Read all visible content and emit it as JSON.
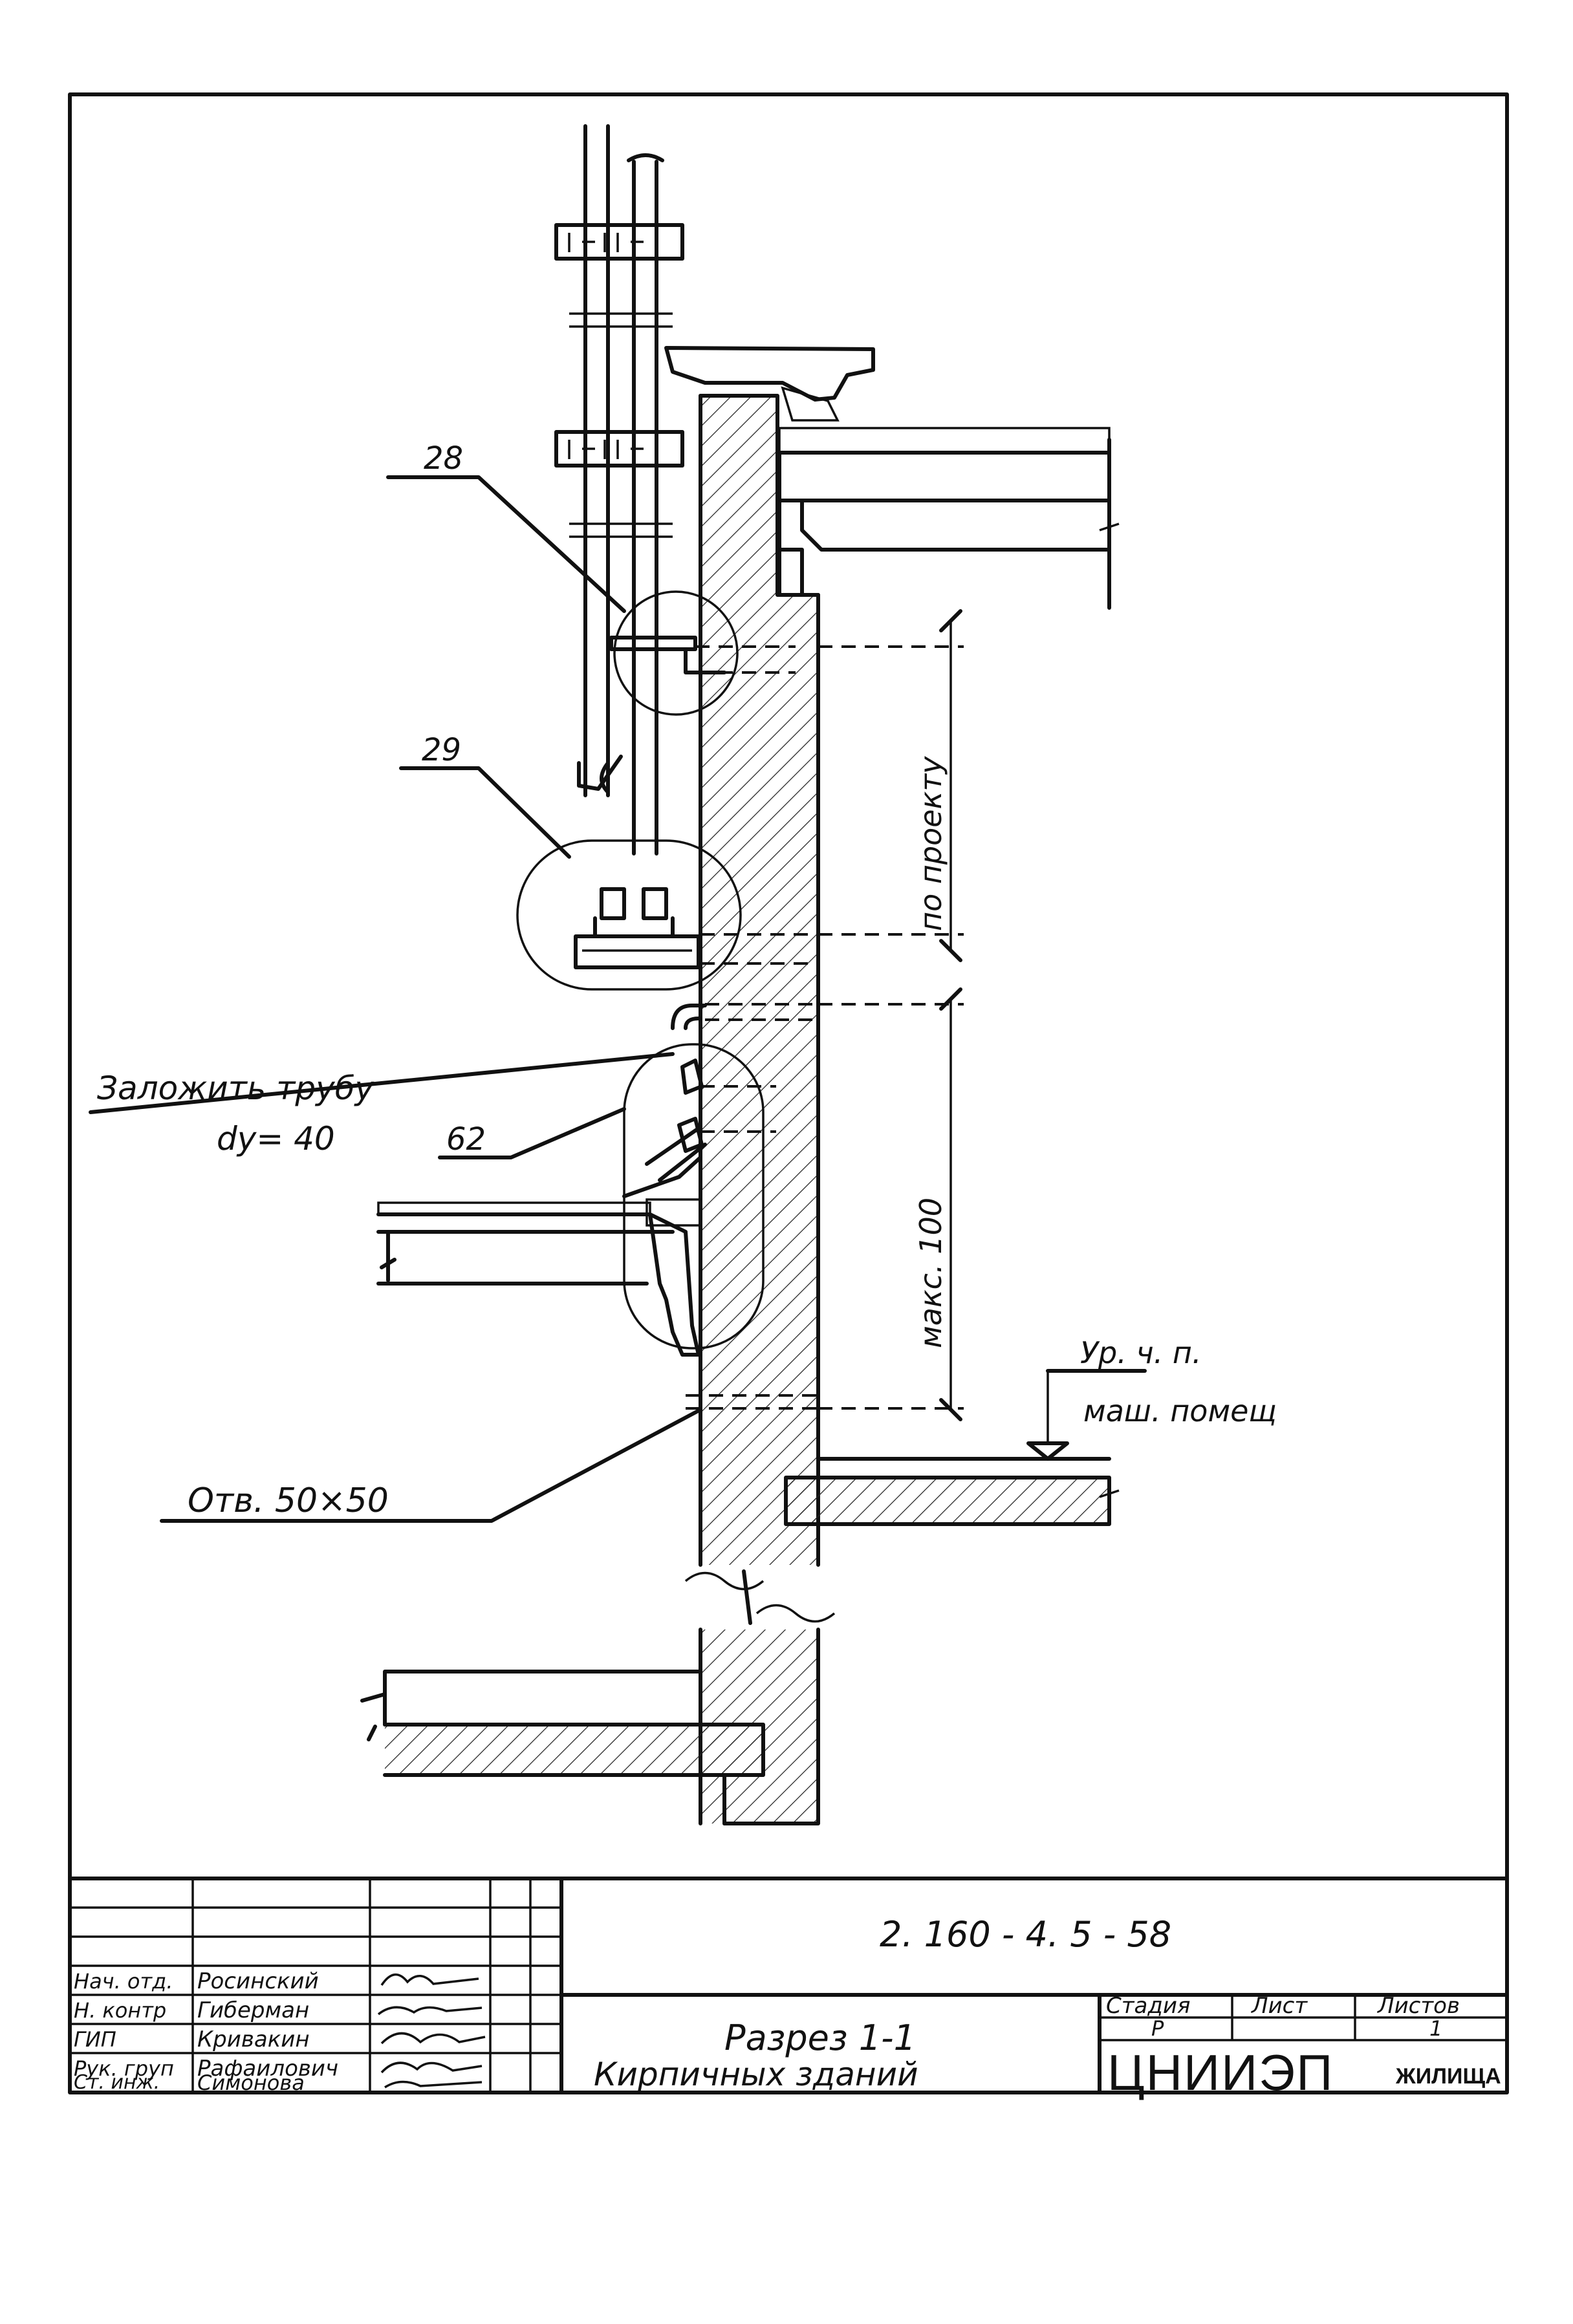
{
  "drawing": {
    "labels": {
      "callout_28": "28",
      "callout_29": "29",
      "callout_62": "62",
      "pipe_note_line1": "Заложить трубу",
      "pipe_note_line2": "dy= 40",
      "hole_note": "Отв. 50×50",
      "dim_project": "по проекту",
      "dim_max": "макс. 100",
      "level_line1": "Ур. ч. п.",
      "level_line2": "маш. помещ"
    }
  },
  "title_block": {
    "doc_code": "2. 160 - 4. 5 - 58",
    "title_line1": "Разрез 1-1",
    "title_line2": "Кирпичных зданий",
    "stage_header": "Стадия",
    "sheet_header": "Лист",
    "sheets_header": "Листов",
    "stage_value": "Р",
    "sheet_value": "",
    "sheets_value": "1",
    "org_logo": "ЦНИИЭП",
    "org_suffix": "ЖИЛИЩА",
    "staff": [
      {
        "role": "Нач. отд.",
        "name": "Росинский"
      },
      {
        "role": "Н. контр",
        "name": "Гиберман"
      },
      {
        "role": "ГИП",
        "name": "Кривакин"
      },
      {
        "role": "Рук. груп",
        "name": "Рафаилович"
      },
      {
        "role": "Ст. инж.",
        "name": "Симонова"
      }
    ]
  }
}
